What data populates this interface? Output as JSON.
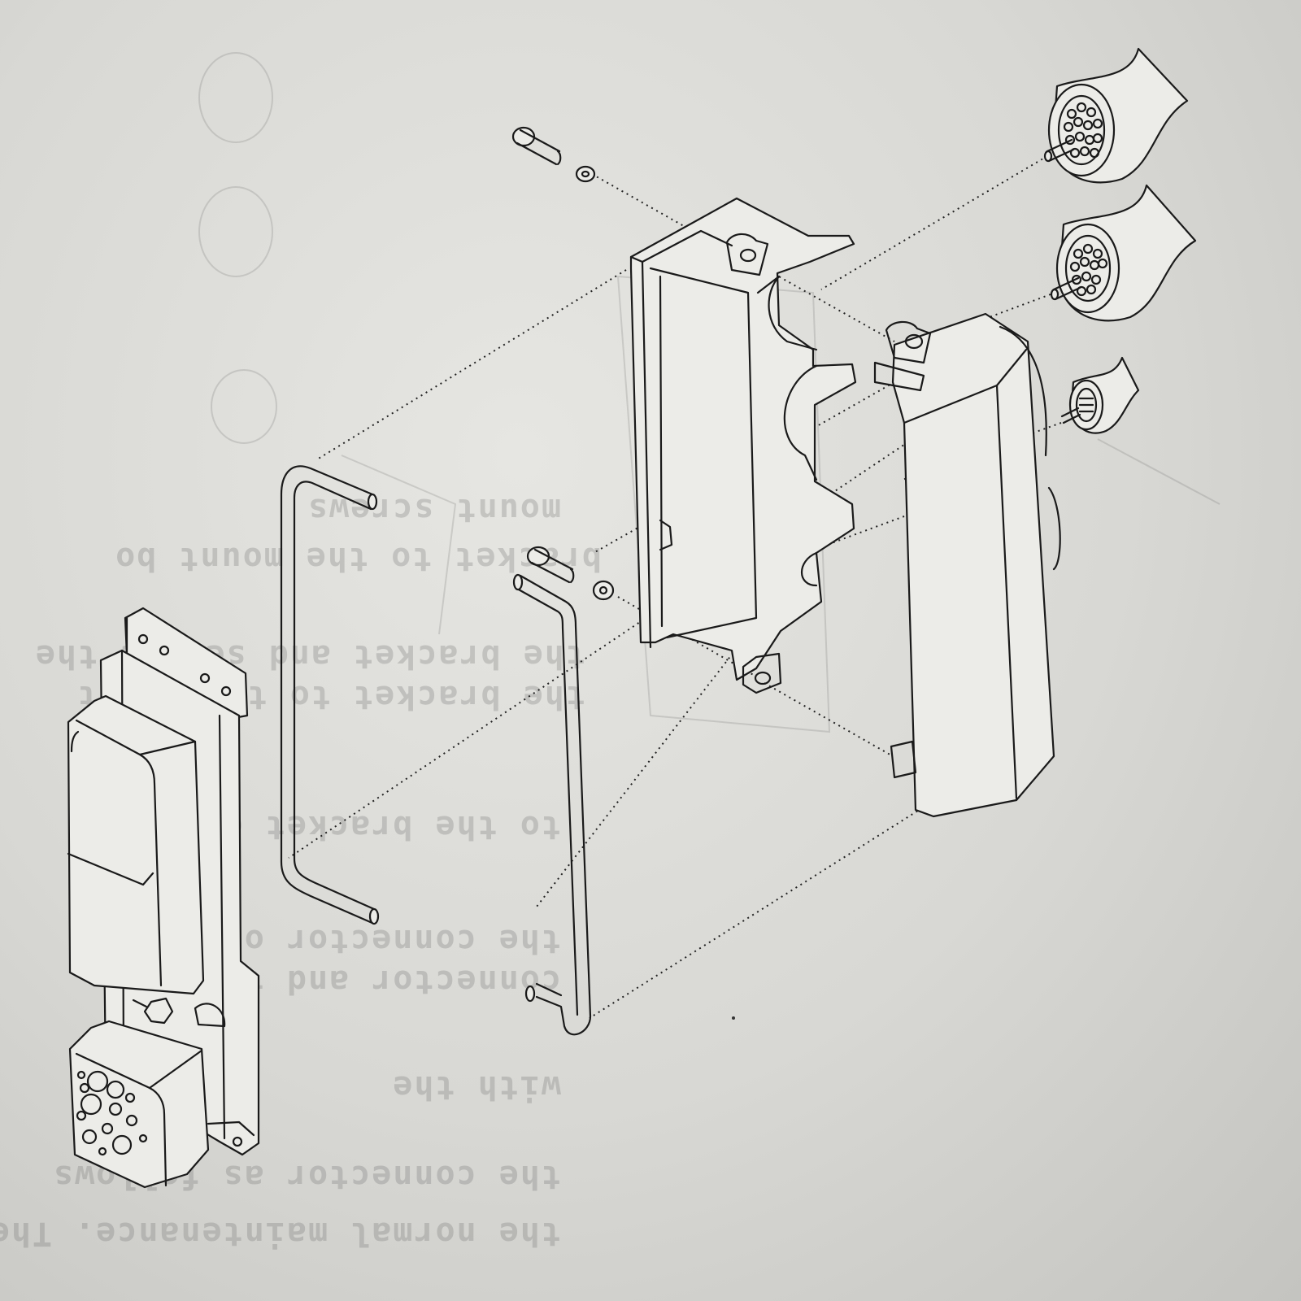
{
  "diagram": {
    "type": "exploded-assembly",
    "bleed_through_text": [
      "mount screws",
      "bracket to the mount bo",
      "the bracket and secure the",
      "the bracket to the mount",
      "to the bracket on the",
      "the connector on the",
      "connector and the",
      "with the",
      "the connector as follows",
      "the normal maintenance. The"
    ],
    "colors": {
      "paper": "#e2e2de",
      "ink": "#1a1a1a",
      "ghost": "#707070"
    }
  }
}
